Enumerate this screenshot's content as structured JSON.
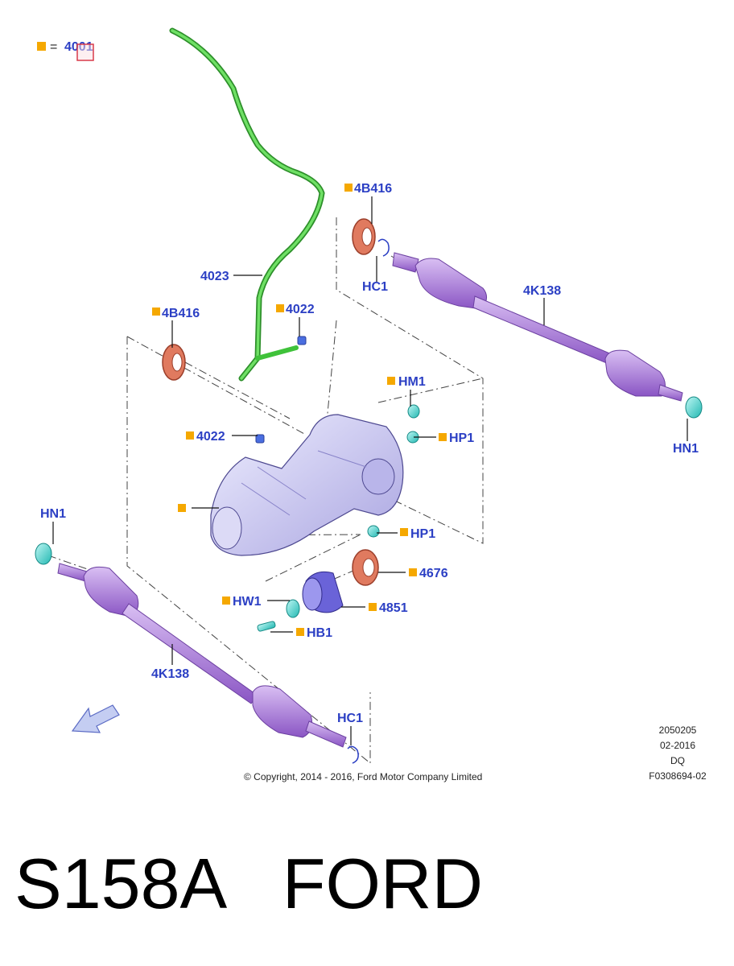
{
  "legend": {
    "equals": "=",
    "code": "4001"
  },
  "callouts": {
    "tube_4023": "4023",
    "seal_4b416_right": "4B416",
    "clip_hc1_right": "HC1",
    "shaft_4k138_right": "4K138",
    "nut_hn1_right": "HN1",
    "seal_4b416_left": "4B416",
    "vent_4022_upper": "4022",
    "vent_4022_lower": "4022",
    "bolt_hm1": "HM1",
    "plug_hp1_upper": "HP1",
    "plug_hp1_lower": "HP1",
    "seal_4676": "4676",
    "bearing_4851": "4851",
    "washer_hw1": "HW1",
    "bolt_hb1": "HB1",
    "nut_hn1_left": "HN1",
    "shaft_4k138_left": "4K138",
    "clip_hc1_left": "HC1"
  },
  "meta": {
    "copyright": "© Copyright, 2014 - 2016, Ford Motor Company Limited",
    "ref_number": "2050205",
    "date": "02-2016",
    "code": "DQ",
    "figure_id": "F0308694-02"
  },
  "footer": {
    "model": "S158A",
    "brand": "FORD"
  },
  "colors": {
    "callout_text": "#2b3fc4",
    "bullet": "#f5a800",
    "tube": "#3fc23a",
    "shaft": "#a46bd4",
    "seal": "#e07a5f",
    "fastener": "#3cd6d0",
    "housing": "#c7c4ee",
    "bearing": "#6a63d8",
    "highlight_box": "#d83a4a"
  }
}
